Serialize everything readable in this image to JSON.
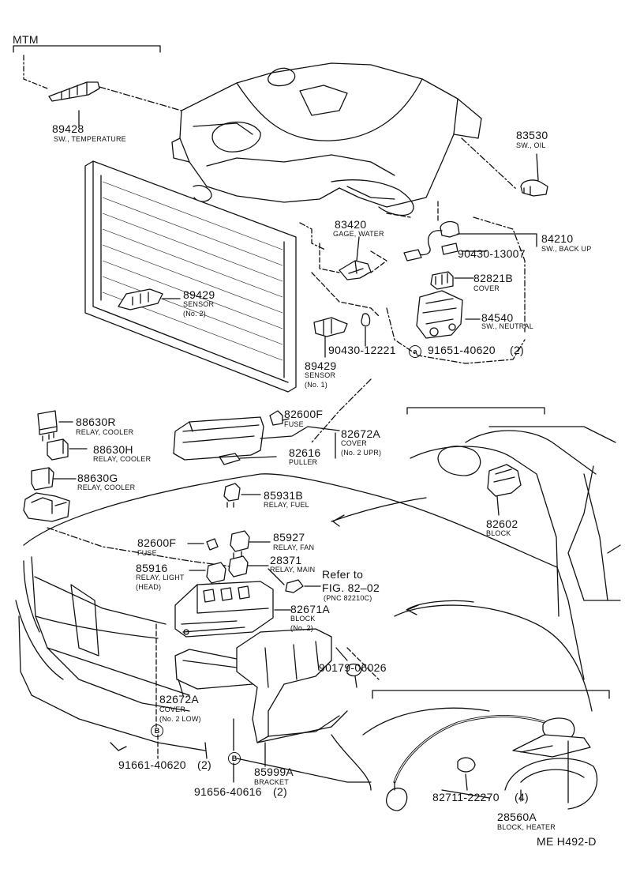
{
  "header": {
    "title": "MTM"
  },
  "footer": {
    "code": "ME H492-D"
  },
  "parts": {
    "p89428": {
      "number": "89428",
      "desc": "SW., TEMPERATURE"
    },
    "p83530": {
      "number": "83530",
      "desc": "SW., OIL"
    },
    "p83420": {
      "number": "83420",
      "desc": "GAGE, WATER"
    },
    "p84210": {
      "number": "84210",
      "desc": "SW., BACK UP"
    },
    "p90430a": {
      "number": "90430-13007"
    },
    "p82821": {
      "number": "82821B",
      "desc": "COVER"
    },
    "p89429b": {
      "number": "89429",
      "desc": "SENSOR",
      "note": "(No. 2)"
    },
    "p84540": {
      "number": "84540",
      "desc": "SW., NEUTRAL"
    },
    "p90430b": {
      "number": "90430-12221"
    },
    "p91651": {
      "marker": "a",
      "number": "91651-40620",
      "qty": "(2)"
    },
    "p89429a": {
      "number": "89429",
      "desc": "SENSOR",
      "note": "(No. 1)"
    },
    "p88630R": {
      "number": "88630R",
      "desc": "RELAY, COOLER"
    },
    "p88630H": {
      "number": "88630H",
      "desc": "RELAY, COOLER"
    },
    "p88630G": {
      "number": "88630G",
      "desc": "RELAY, COOLER"
    },
    "p82600a": {
      "number": "82600F",
      "desc": "FUSE"
    },
    "p82672a": {
      "number": "82672A",
      "desc": "COVER",
      "note": "(No. 2 UPR)"
    },
    "p82616": {
      "number": "82616",
      "desc": "PULLER"
    },
    "p85931": {
      "number": "85931B",
      "desc": "RELAY, FUEL"
    },
    "p82602": {
      "number": "82602",
      "desc": "BLOCK"
    },
    "p82600b": {
      "number": "82600F",
      "desc": "FUSE"
    },
    "p85927": {
      "number": "85927",
      "desc": "RELAY, FAN"
    },
    "p28371": {
      "number": "28371",
      "desc": "RELAY, MAIN"
    },
    "p85916": {
      "number": "85916",
      "desc": "RELAY, LIGHT",
      "note": "(HEAD)"
    },
    "ref": {
      "line1": "Refer to",
      "line2": "FIG. 82–02",
      "line3": "(PNC 82210C)"
    },
    "p82671": {
      "number": "82671A",
      "desc": "BLOCK",
      "note": "(No. 2)"
    },
    "p90179": {
      "number": "90179-06026"
    },
    "p82672b": {
      "number": "82672A",
      "desc": "COVER",
      "note": "(No. 2 LOW)"
    },
    "p91661": {
      "marker": "B",
      "number": "91661-40620",
      "qty": "(2)"
    },
    "p85999": {
      "number": "85999A",
      "desc": "BRACKET"
    },
    "p91656": {
      "marker": "B",
      "number": "91656-40616",
      "qty": "(2)"
    },
    "p82711": {
      "number": "82711-22270",
      "qty": "(4)"
    },
    "p28560": {
      "number": "28560A",
      "desc": "BLOCK, HEATER"
    }
  }
}
